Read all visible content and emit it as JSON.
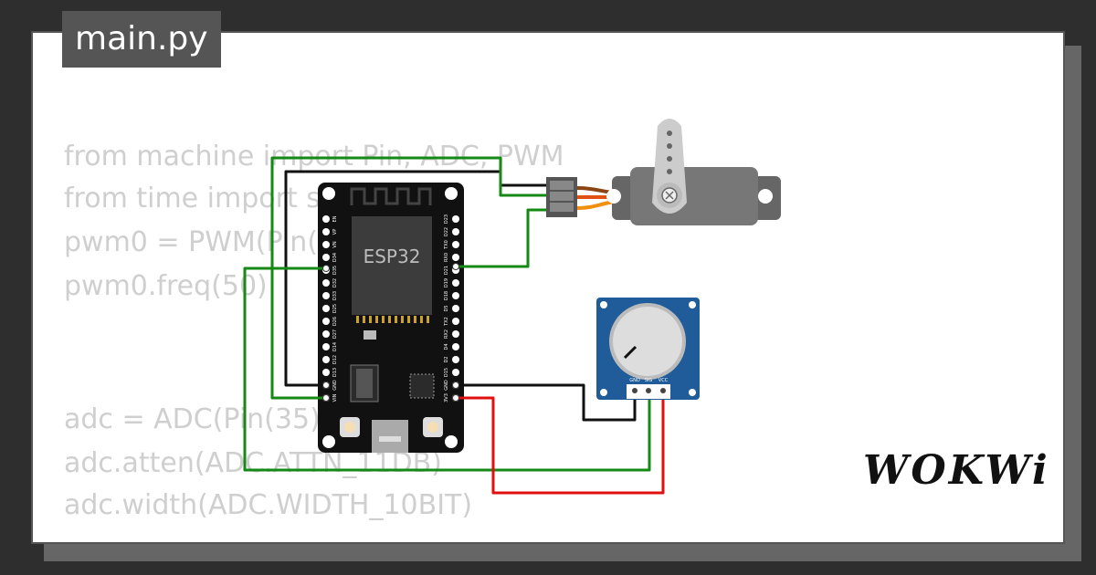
{
  "file_tab": {
    "label": "main.py"
  },
  "code_lines": [
    "from machine import Pin, ADC, PWM",
    "from time import sleep",
    "pwm0 = PWM(Pin(2",
    "pwm0.freq(50)",
    "",
    "",
    "adc = ADC(Pin(35))",
    "adc.atten(ADC.ATTN_11DB)",
    "adc.width(ADC.WIDTH_10BIT)"
  ],
  "esp32": {
    "label": "ESP32",
    "left_pins": [
      "EN",
      "VP",
      "VN",
      "D34",
      "D35",
      "D32",
      "D33",
      "D25",
      "D26",
      "D27",
      "D14",
      "D12",
      "D13",
      "GND",
      "VIN"
    ],
    "right_pins": [
      "D23",
      "D22",
      "TX0",
      "RX0",
      "D21",
      "D19",
      "D18",
      "D5",
      "TX2",
      "RX2",
      "D4",
      "D2",
      "D15",
      "GND",
      "3V3"
    ]
  },
  "potentiometer": {
    "pins": [
      "GND",
      "SIG",
      "VCC"
    ]
  },
  "brand": {
    "logo": "WOKWi"
  },
  "colors": {
    "wire_green": "#148a14",
    "wire_red": "#e01010",
    "wire_black": "#111111",
    "pot_blue": "#1f5c99",
    "servo_gray": "#666666"
  }
}
